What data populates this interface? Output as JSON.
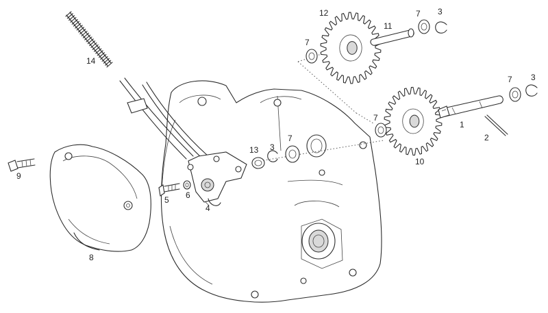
{
  "diagram": {
    "callouts": [
      {
        "id": "c14",
        "text": "14"
      },
      {
        "id": "c12",
        "text": "12"
      },
      {
        "id": "c11",
        "text": "11"
      },
      {
        "id": "c7a",
        "text": "7"
      },
      {
        "id": "c3a",
        "text": "3"
      },
      {
        "id": "c7b",
        "text": "7"
      },
      {
        "id": "c7c",
        "text": "7"
      },
      {
        "id": "c3b",
        "text": "3"
      },
      {
        "id": "c1",
        "text": "1"
      },
      {
        "id": "c2",
        "text": "2"
      },
      {
        "id": "c7d",
        "text": "7"
      },
      {
        "id": "c10",
        "text": "10"
      },
      {
        "id": "c13",
        "text": "13"
      },
      {
        "id": "c3c",
        "text": "3"
      },
      {
        "id": "c7e",
        "text": "7"
      },
      {
        "id": "c9",
        "text": "9"
      },
      {
        "id": "c5",
        "text": "5"
      },
      {
        "id": "c6",
        "text": "6"
      },
      {
        "id": "c4",
        "text": "4"
      },
      {
        "id": "c8",
        "text": "8"
      }
    ]
  }
}
